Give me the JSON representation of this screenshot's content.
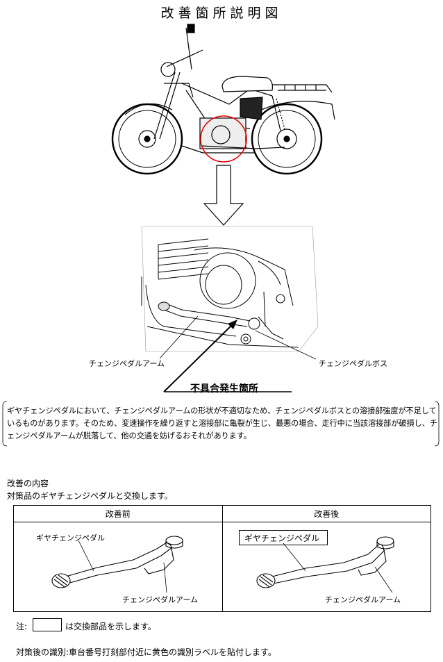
{
  "title": "改善箇所説明図",
  "top_diagram": {
    "label_arm": "チェンジペダルアーム",
    "label_boss": "チェンジペダルボス",
    "defect_heading": "不具合発生箇所"
  },
  "defect_description": "ギヤチェンジペダルにおいて、チェンジペダルアームの形状が不適切なため、チェンジペダルボスとの溶接部強度が不足しているものがあります。そのため、変速操作を繰り返すと溶接部に亀裂が生じ、最悪の場合、走行中に当該溶接部が破損し、チェンジペダルアームが脱落して、他の交通を妨げるおそれがあります。",
  "improvement": {
    "heading": "改善の内容",
    "text": "対策品のギヤチェンジペダルと交換します。",
    "before_header": "改善前",
    "after_header": "改善後",
    "before_pedal_label": "ギヤチェンジペダル",
    "before_arm_label": "チェンジペダルアーム",
    "after_pedal_label": "ギヤチェンジペダル",
    "after_arm_label": "チェンジペダルアーム"
  },
  "note": {
    "prefix": "注:",
    "text": "は交換部品を示します。"
  },
  "identification": "対策後の識別:車台番号打刻部付近に黄色の識別ラベルを貼付します。",
  "colors": {
    "highlight_circle": "#e00000"
  }
}
